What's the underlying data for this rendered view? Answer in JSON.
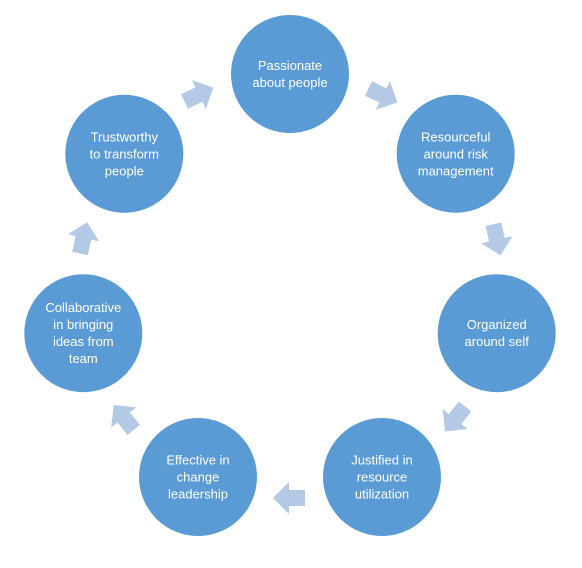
{
  "diagram": {
    "type": "cycle",
    "colors": {
      "node_fill": "#5b9bd5",
      "node_text": "#ffffff",
      "arrow_fill": "#b4c9e6"
    },
    "nodes": [
      {
        "lines": [
          "Passionate",
          "about people"
        ]
      },
      {
        "lines": [
          "Resourceful",
          "around risk",
          "management"
        ]
      },
      {
        "lines": [
          "Organized",
          "around self"
        ]
      },
      {
        "lines": [
          "Justified in",
          "resource",
          "utilization"
        ]
      },
      {
        "lines": [
          "Effective in",
          "change",
          "leadership"
        ]
      },
      {
        "lines": [
          "Collaborative",
          "in bringing",
          "ideas from",
          "team"
        ]
      },
      {
        "lines": [
          "Trustworthy",
          "to transform",
          "people"
        ]
      }
    ]
  }
}
